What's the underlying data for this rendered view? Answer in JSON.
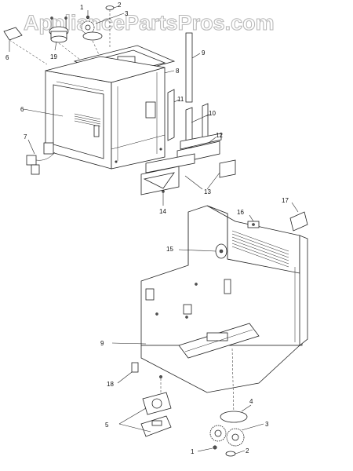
{
  "watermark": {
    "text": "AppliancePartsPros.com"
  },
  "callouts": {
    "c1_top": "1",
    "c2_top": "2",
    "c3_top": "3",
    "c19": "19",
    "c6_plate": "6",
    "c6_cavity": "6",
    "c7": "7",
    "c8": "8",
    "c9_top": "9",
    "c10": "10",
    "c11": "11",
    "c12": "12",
    "c13": "13",
    "c14": "14",
    "c15": "15",
    "c16": "16",
    "c17": "17",
    "c9_bottom": "9",
    "c18": "18",
    "c5": "5",
    "c4": "4",
    "c3_bottom": "3",
    "c1_bottom": "1",
    "c2_bottom": "2"
  },
  "colors": {
    "line": "#222222",
    "watermark_stroke": "#b9b9b9",
    "background": "#ffffff"
  }
}
